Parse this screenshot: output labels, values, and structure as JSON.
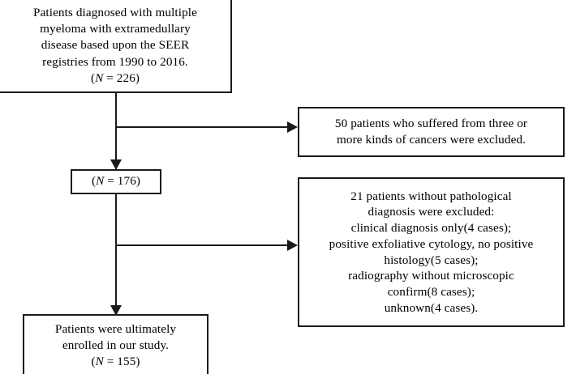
{
  "diagram": {
    "title": "Patient selection flow diagram",
    "type": "flowchart",
    "stroke_color": "#1a1a1a",
    "background_color": "#ffffff",
    "nodes": {
      "source": {
        "label": "source-cohort-box",
        "text": "Patients diagnosed with multiple\nmyeloma with extramedullary\ndisease based upon the SEER\nregistries from 1990 to 2016.\n(N = 226)",
        "count": 226
      },
      "excluded_multiple_cancers": {
        "label": "exclusion-box-multiple-cancers",
        "text": "50 patients who suffered from three or\nmore kinds of cancers were excluded.",
        "count": 50
      },
      "after_first_exclusion": {
        "label": "remaining-cohort-box",
        "text": "(N = 176)",
        "count": 176
      },
      "excluded_no_pathology": {
        "label": "exclusion-box-no-pathological-diagnosis",
        "text": "21 patients without pathological\ndiagnosis were excluded:\nclinical diagnosis only(4 cases);\npositive exfoliative cytology, no positive\nhistology(5 cases);\nradiography without microscopic\nconfirm(8 cases);\nunknown(4 cases).",
        "count": 21,
        "breakdown": [
          {
            "reason": "clinical diagnosis only",
            "cases": 4
          },
          {
            "reason": "positive exfoliative cytology, no positive histology",
            "cases": 5
          },
          {
            "reason": "radiography without microscopic confirm",
            "cases": 8
          },
          {
            "reason": "unknown",
            "cases": 4
          }
        ]
      },
      "final": {
        "label": "final-enrolled-box",
        "text": "Patients were ultimately\nenrolled in our study.\n(N = 155)",
        "count": 155
      }
    },
    "connectors": [
      {
        "name": "trunk-line",
        "from": "source",
        "to": "final",
        "orientation": "vertical"
      },
      {
        "name": "branch-to-exclusion-1",
        "from": "trunk",
        "to": "excluded_multiple_cancers",
        "orientation": "horizontal",
        "arrowhead": "right"
      },
      {
        "name": "arrow-into-remaining-cohort",
        "from": "trunk",
        "to": "after_first_exclusion",
        "orientation": "vertical",
        "arrowhead": "down"
      },
      {
        "name": "branch-to-exclusion-2",
        "from": "trunk",
        "to": "excluded_no_pathology",
        "orientation": "horizontal",
        "arrowhead": "right"
      },
      {
        "name": "arrow-into-final",
        "from": "trunk",
        "to": "final",
        "orientation": "vertical",
        "arrowhead": "down"
      }
    ]
  }
}
